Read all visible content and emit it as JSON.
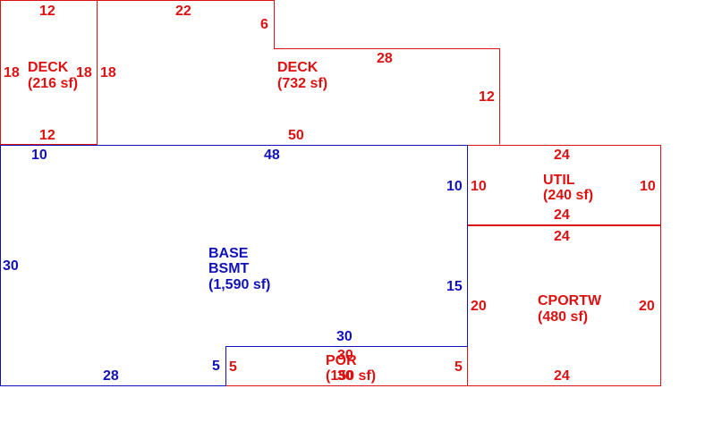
{
  "colors": {
    "red": "#dd1111",
    "blue": "#1111bb",
    "background": "#ffffff"
  },
  "rooms": {
    "deck_small": {
      "name": "DECK",
      "area": "(216 sf)",
      "dims": {
        "top": "12",
        "left": "18",
        "right": "18",
        "bottom": "12"
      }
    },
    "deck_large": {
      "name": "DECK",
      "area": "(732 sf)",
      "dims": {
        "top": "22",
        "step": "6",
        "upper_right": "28",
        "right": "12",
        "left": "18",
        "bottom": "50"
      }
    },
    "base": {
      "name_line1": "BASE",
      "name_line2": "BSMT",
      "area": "(1,590 sf)",
      "dims": {
        "top_left": "10",
        "top": "48",
        "right_upper": "10",
        "right_lower": "15",
        "left": "30",
        "bottom": "28",
        "notch_side": "5",
        "notch_top": "30"
      }
    },
    "util": {
      "name": "UTIL",
      "area": "(240 sf)",
      "dims": {
        "top": "24",
        "left": "10",
        "right": "10",
        "bottom": "24"
      }
    },
    "cportw": {
      "name": "CPORTW",
      "area": "(480 sf)",
      "dims": {
        "top": "24",
        "left": "20",
        "right": "20",
        "bottom": "24"
      }
    },
    "por": {
      "name": "POR",
      "area": "(150 sf)",
      "dims": {
        "top": "30",
        "bottom": "30",
        "left": "5",
        "right": "5"
      }
    }
  }
}
